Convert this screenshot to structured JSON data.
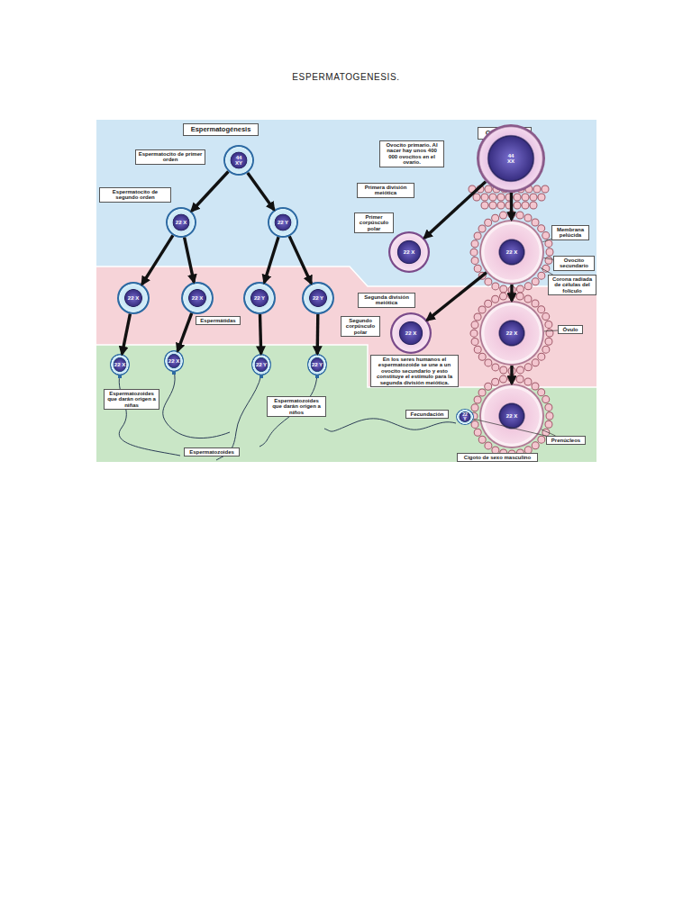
{
  "diagram": {
    "title": "ESPERMATOGENESIS.",
    "nodes": [
      {
        "text": [
          "Espermatogénesis"
        ]
      },
      {
        "text": [
          "Ovogénesis"
        ]
      },
      {
        "text": [
          "Ovocito primario. Al nacer hay unos 400 000 ovocitos en el ovario."
        ]
      },
      {
        "text": [
          "44 XY"
        ]
      },
      {
        "text": [
          "Espermatocito de primer orden"
        ]
      },
      {
        "text": [
          "44 XX"
        ]
      },
      {
        "text": [
          "Primera división meiótica"
        ]
      },
      {
        "text": [
          "Espermatocito de segundo orden"
        ]
      },
      {
        "text": [
          "22 X"
        ]
      },
      {
        "text": [
          "22 Y"
        ]
      },
      {
        "text": [
          "Primer corpúsculo polar"
        ]
      },
      {
        "text": [
          "Membrana pelúcida"
        ]
      },
      {
        "text": [
          "22 X"
        ]
      },
      {
        "text": [
          "22 X"
        ]
      },
      {
        "text": [
          "Ovocito secundario"
        ]
      },
      {
        "text": [
          "Corona radiada de células del folículo"
        ]
      },
      {
        "text": [
          "22 X"
        ]
      },
      {
        "text": [
          "22 X"
        ]
      },
      {
        "text": [
          "22 Y"
        ]
      },
      {
        "text": [
          "22 Y"
        ]
      },
      {
        "text": [
          "Segunda división meiótica"
        ]
      },
      {
        "text": [
          "Espermátidas"
        ]
      },
      {
        "text": [
          "Segundo corpúsculo polar"
        ]
      },
      {
        "text": [
          "22 X"
        ]
      },
      {
        "text": [
          "22 X"
        ]
      },
      {
        "text": [
          "Óvulo"
        ]
      },
      {
        "text": [
          "22 X"
        ]
      },
      {
        "text": [
          "22 X"
        ]
      },
      {
        "text": [
          "22 Y"
        ]
      },
      {
        "text": [
          "22 Y"
        ]
      },
      {
        "text": [
          "En los seres humanos el espermatozoide se une a un ovocito secundario y esto constituye el estímulo para la segunda división meiótica."
        ]
      },
      {
        "text": [
          "Espermatozoides que darán origen a niñas"
        ]
      },
      {
        "text": [
          "Espermatozoides que darán origen a niños"
        ]
      },
      {
        "text": [
          "Fecundación"
        ]
      },
      {
        "text": [
          "22 X"
        ]
      },
      {
        "text": [
          "22 Y"
        ],
        "in": 34
      },
      {
        "text": [
          "Prenúcleos"
        ]
      },
      {
        "text": [
          "Espermatozoides"
        ]
      },
      {
        "text": [
          "Cigoto de sexo masculino"
        ]
      }
    ],
    "edges": [
      {
        "from": 3,
        "to": 8,
        "arrow": "to"
      },
      {
        "from": 3,
        "to": 9,
        "arrow": "to"
      },
      {
        "from": 8,
        "to": 16,
        "arrow": "to"
      },
      {
        "from": 8,
        "to": 17,
        "arrow": "to"
      },
      {
        "from": 9,
        "to": 18,
        "arrow": "to"
      },
      {
        "from": 9,
        "to": 19,
        "arrow": "to"
      },
      {
        "from": 16,
        "to": 26,
        "arrow": "to"
      },
      {
        "from": 17,
        "to": 27,
        "arrow": "to"
      },
      {
        "from": 18,
        "to": 28,
        "arrow": "to"
      },
      {
        "from": 19,
        "to": 29,
        "arrow": "to"
      },
      {
        "from": 5,
        "to": 12,
        "arrow": "to"
      },
      {
        "from": 5,
        "to": 13,
        "arrow": "to"
      },
      {
        "from": 13,
        "to": 23,
        "arrow": "to"
      },
      {
        "from": 13,
        "to": 24,
        "arrow": "to"
      },
      {
        "from": 24,
        "to": 34,
        "arrow": "to"
      },
      {
        "from": 11,
        "to": 13,
        "arrow": "none"
      },
      {
        "from": 14,
        "to": 13,
        "arrow": "none"
      },
      {
        "from": 15,
        "to": 13,
        "arrow": "none"
      },
      {
        "from": 25,
        "to": 24,
        "arrow": "none"
      },
      {
        "from": 36,
        "to": 34,
        "arrow": "none"
      },
      {
        "from": 36,
        "to": 35,
        "arrow": "none"
      }
    ]
  }
}
